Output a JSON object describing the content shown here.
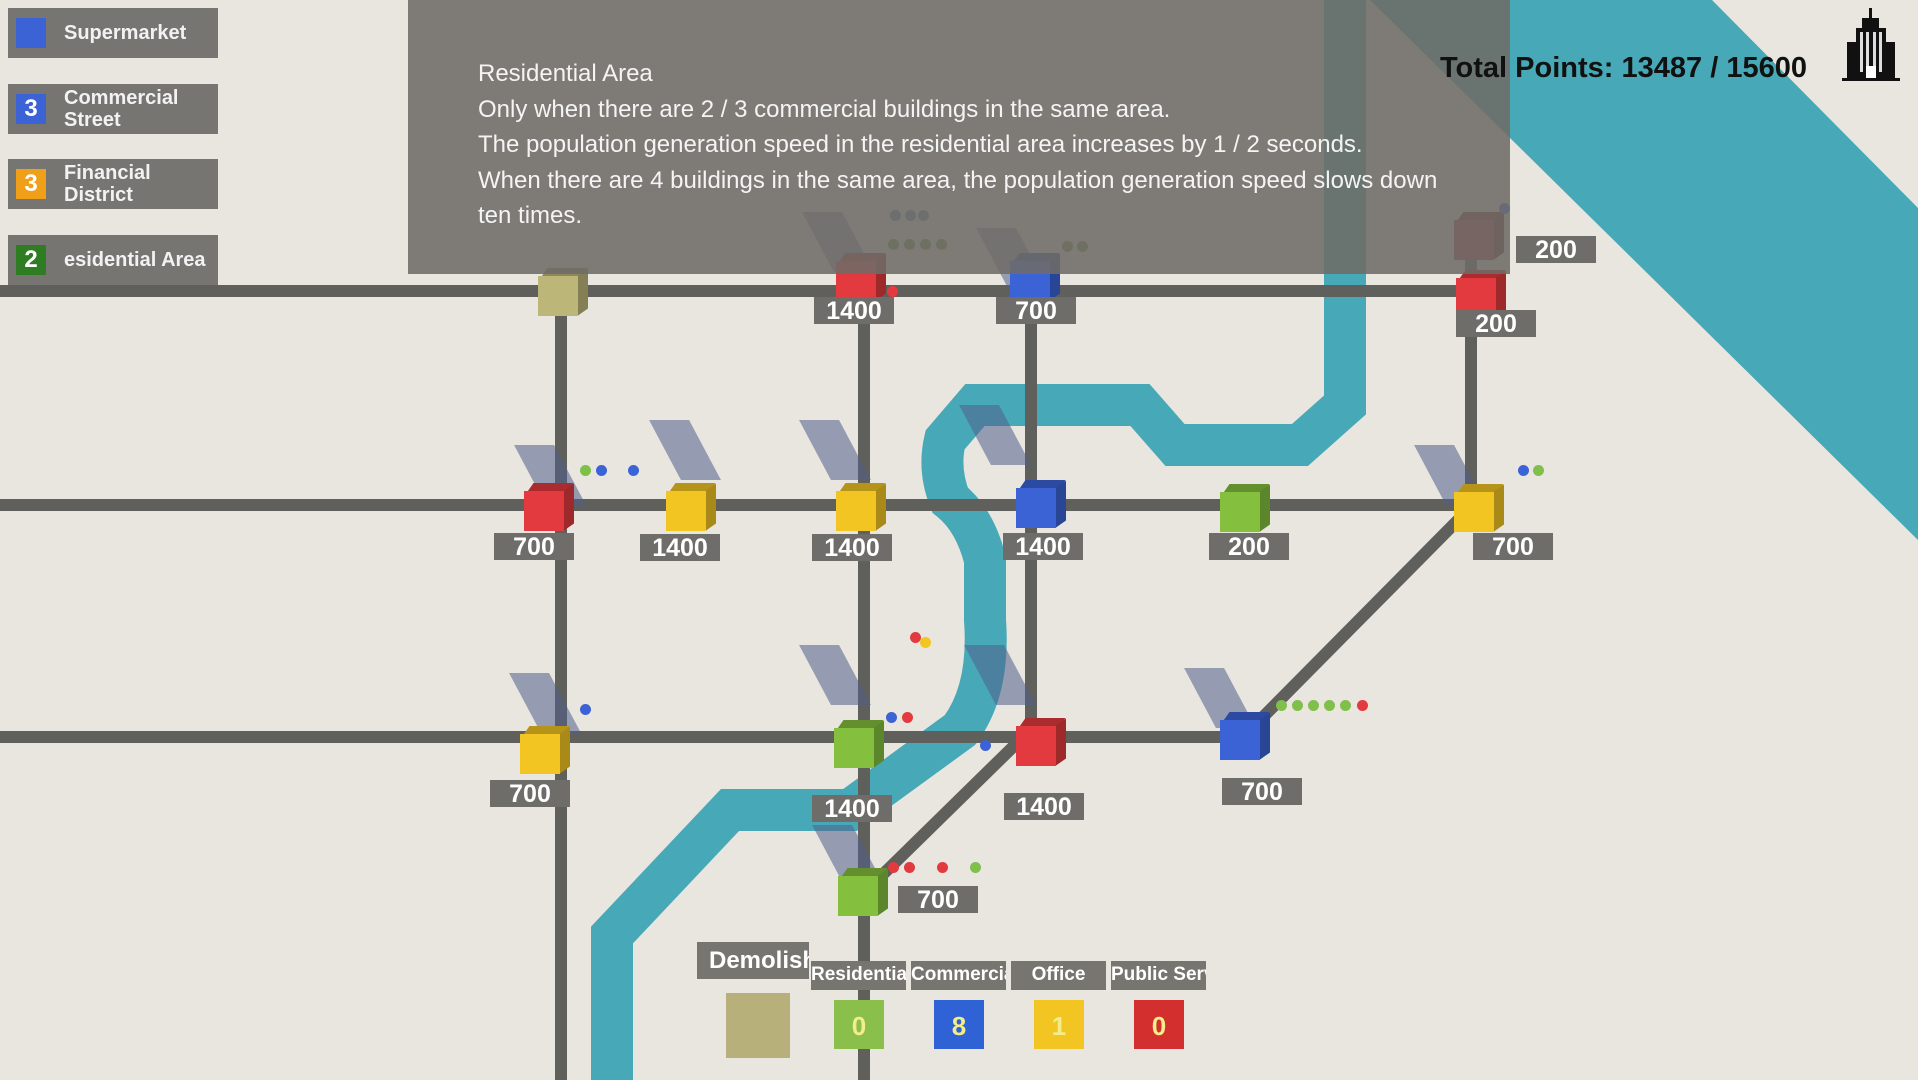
{
  "legend": [
    {
      "label": "Supermarket",
      "count": "",
      "color": "#3b63d6"
    },
    {
      "label": "Commercial Street",
      "count": "3",
      "color": "#3b63d6"
    },
    {
      "label": "Financial District",
      "count": "3",
      "color": "#f0a018"
    },
    {
      "label": "esidential Area",
      "count": "2",
      "color": "#2e7d22"
    }
  ],
  "info": {
    "title": "Residential Area",
    "lines": [
      "Only when there are 2 / 3 commercial buildings in the same area.",
      "The population generation speed in the residential area increases by 1 / 2 seconds.",
      "When there are 4 buildings in the same area, the population generation speed slows down ten times."
    ]
  },
  "score": {
    "text": "Total Points: 13487 / 15600",
    "icon": "skyscraper-icon"
  },
  "buildings": [
    {
      "type": "demolish",
      "color": "#bdb679",
      "value": ""
    },
    {
      "type": "public",
      "color": "#e23a3e",
      "value": "1400"
    },
    {
      "type": "commercial",
      "color": "#3b63d6",
      "value": "700"
    },
    {
      "type": "public",
      "color": "#a83438",
      "value": "200"
    },
    {
      "type": "public",
      "color": "#e23a3e",
      "value": "200"
    },
    {
      "type": "public",
      "color": "#e23a3e",
      "value": "700"
    },
    {
      "type": "office",
      "color": "#f2c523",
      "value": "1400"
    },
    {
      "type": "office",
      "color": "#f2c523",
      "value": "1400"
    },
    {
      "type": "commercial",
      "color": "#3b63d6",
      "value": "1400"
    },
    {
      "type": "residential",
      "color": "#84bf3e",
      "value": "200"
    },
    {
      "type": "office",
      "color": "#f2c523",
      "value": "700"
    },
    {
      "type": "office",
      "color": "#f2c523",
      "value": "700"
    },
    {
      "type": "residential",
      "color": "#84bf3e",
      "value": "1400"
    },
    {
      "type": "public",
      "color": "#e23a3e",
      "value": "1400"
    },
    {
      "type": "commercial",
      "color": "#3b63d6",
      "value": "700"
    },
    {
      "type": "residential",
      "color": "#84bf3e",
      "value": "700"
    }
  ],
  "toolbar": {
    "demolish": {
      "label": "Demolish",
      "color": "#b8b07a"
    },
    "items": [
      {
        "label": "Residential",
        "count": "0",
        "color": "#8bbf4c"
      },
      {
        "label": "Commercial",
        "count": "8",
        "color": "#2f62d4"
      },
      {
        "label": "Office",
        "count": "1",
        "color": "#f2c523"
      },
      {
        "label": "Public Service",
        "count": "0",
        "color": "#d42f2f"
      }
    ]
  },
  "colors": {
    "river": "#47a9b7",
    "road": "#5f5f5b",
    "ground": "#e9e6df"
  }
}
